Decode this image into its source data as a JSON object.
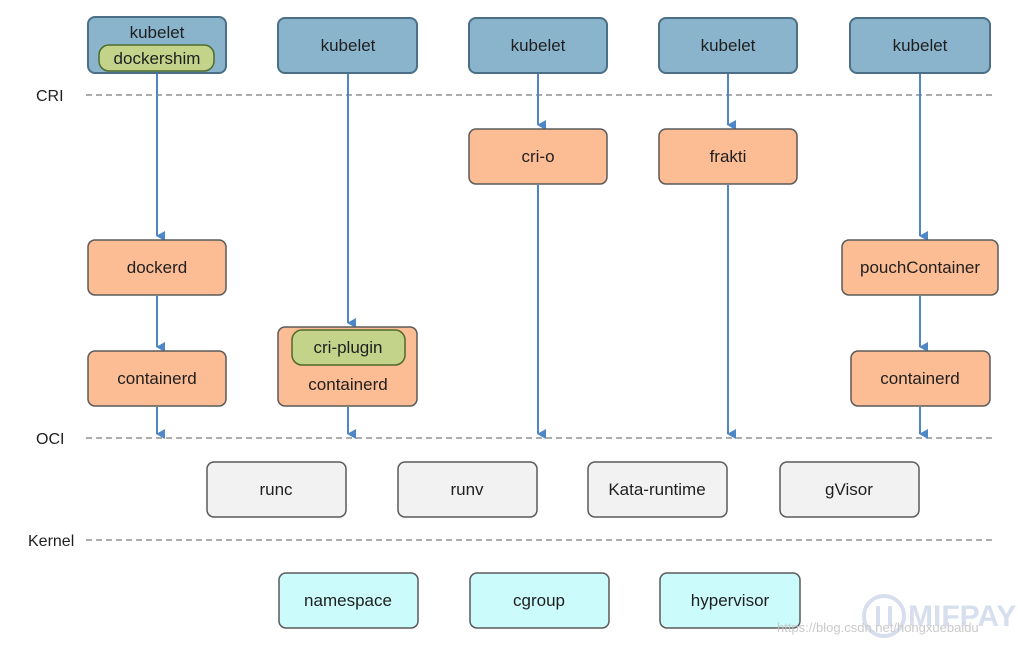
{
  "layers": {
    "cri": "CRI",
    "oci": "OCI",
    "kernel": "Kernel"
  },
  "columns": [
    {
      "kubelet": "kubelet",
      "shim": "dockershim",
      "middle": "dockerd",
      "bottom": "containerd"
    },
    {
      "kubelet": "kubelet",
      "plugin": "cri-plugin",
      "bottom": "containerd"
    },
    {
      "kubelet": "kubelet",
      "runtime": "cri-o"
    },
    {
      "kubelet": "kubelet",
      "runtime": "frakti"
    },
    {
      "kubelet": "kubelet",
      "middle": "pouchContainer",
      "bottom": "containerd"
    }
  ],
  "oci_runtimes": [
    "runc",
    "runv",
    "Kata-runtime",
    "gVisor"
  ],
  "kernel_features": [
    "namespace",
    "cgroup",
    "hypervisor"
  ],
  "colors": {
    "kubelet_fill": "#8ab4cc",
    "kubelet_stroke": "#4a6f87",
    "shim_fill": "#c3d38a",
    "shim_stroke": "#4e6b2a",
    "runtime_fill": "#fcbc94",
    "runtime_stroke": "#5a5a5a",
    "oci_fill": "#f2f2f2",
    "kernel_fill": "#ccfbfb",
    "arrow": "#4f86c6",
    "dashed": "#7a7a7a"
  },
  "watermark": {
    "url": "https://blog.csdn.net/hongxuebaidu",
    "brand": "MIFPAY"
  }
}
